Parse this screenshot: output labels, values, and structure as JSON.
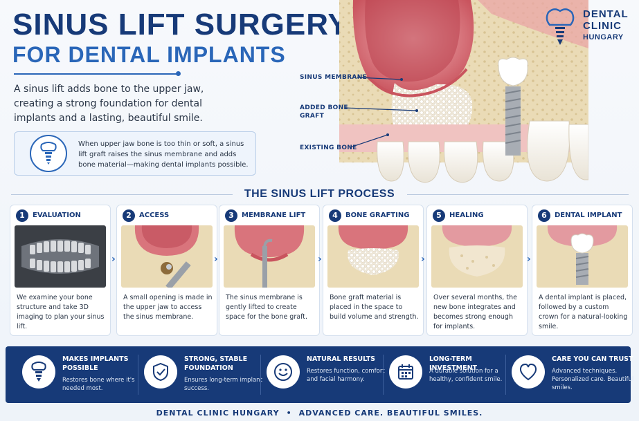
{
  "header": {
    "title_line1": "SINUS LIFT SURGERY",
    "title_line2": "FOR DENTAL IMPLANTS",
    "intro": "A sinus lift adds bone to the upper jaw, creating a strong foundation for dental implants and a lasting, beautiful smile.",
    "callout": "When upper jaw bone is too thin or soft, a sinus lift graft raises the sinus membrane and adds bone material—making dental implants possible."
  },
  "logo": {
    "line1": "DENTAL",
    "line2": "CLINIC",
    "line3": "HUNGARY"
  },
  "hero_labels": {
    "membrane": "SINUS MEMBRANE",
    "graft_line1": "ADDED BONE",
    "graft_line2": "GRAFT",
    "existing": "EXISTING BONE"
  },
  "process": {
    "title": "THE SINUS LIFT PROCESS",
    "steps": [
      {
        "num": "1",
        "title": "EVALUATION",
        "desc": "We examine your bone structure and take 3D imaging to plan your sinus lift."
      },
      {
        "num": "2",
        "title": "ACCESS",
        "desc": "A small opening is made in the upper jaw to access the sinus membrane."
      },
      {
        "num": "3",
        "title": "MEMBRANE LIFT",
        "desc": "The sinus membrane is gently lifted to create space for the bone graft."
      },
      {
        "num": "4",
        "title": "BONE GRAFTING",
        "desc": "Bone graft material is placed in the space to build volume and strength."
      },
      {
        "num": "5",
        "title": "HEALING",
        "desc": "Over several months, the new bone integrates and becomes strong enough for implants."
      },
      {
        "num": "6",
        "title": "DENTAL IMPLANT",
        "desc": "A dental implant is placed, followed by a custom crown for a natural-looking smile."
      }
    ]
  },
  "benefits": [
    {
      "title": "MAKES IMPLANTS POSSIBLE",
      "desc": "Restores bone where it's needed most.",
      "icon": "implant-icon"
    },
    {
      "title": "STRONG, STABLE FOUNDATION",
      "desc": "Ensures long-term implant success.",
      "icon": "shield-check-icon"
    },
    {
      "title": "NATURAL RESULTS",
      "desc": "Restores function, comfort and facial harmony.",
      "icon": "smile-icon"
    },
    {
      "title": "LONG-TERM INVESTMENT",
      "desc": "A durable solution for a healthy, confident smile.",
      "icon": "calendar-icon"
    },
    {
      "title": "CARE YOU CAN TRUST",
      "desc": "Advanced techniques. Personalized care. Beautiful smiles.",
      "icon": "heart-icon"
    }
  ],
  "footer": {
    "left": "DENTAL CLINIC HUNGARY",
    "sep": "•",
    "right": "ADVANCED CARE. BEAUTIFUL SMILES."
  },
  "colors": {
    "navy": "#173a78",
    "blue": "#2a66b8",
    "gum": "#d9747c",
    "bone": "#efe2c4"
  }
}
